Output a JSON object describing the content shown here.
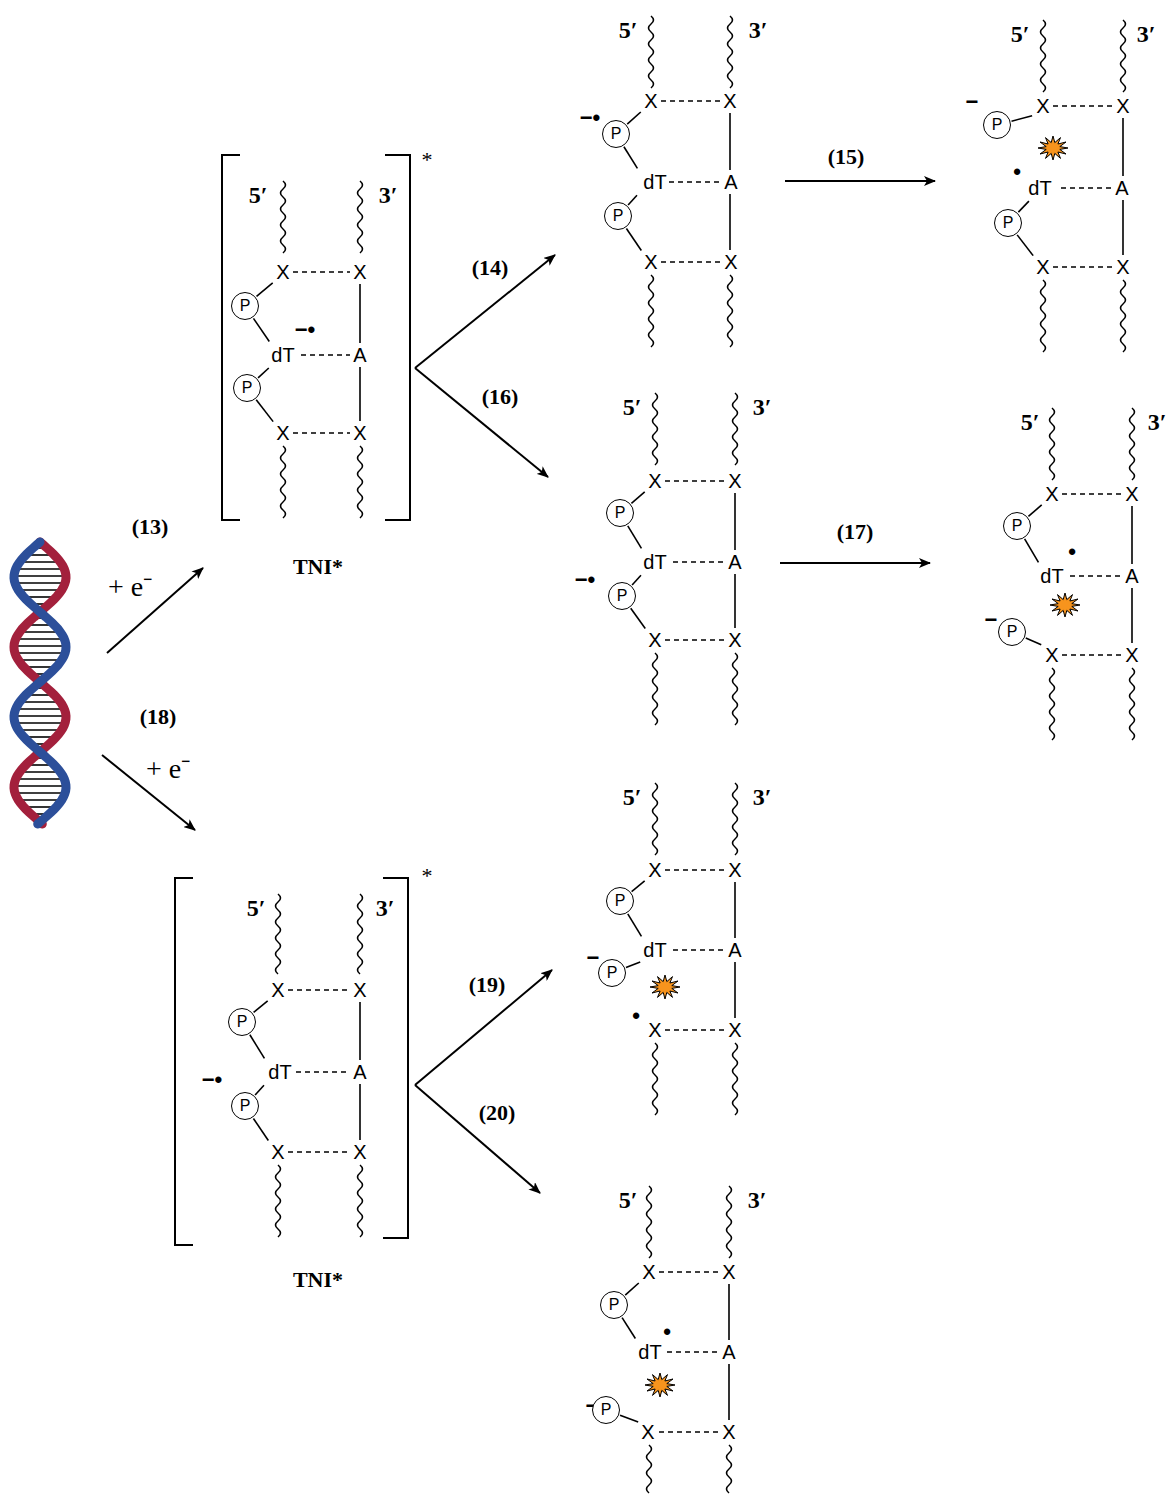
{
  "diagram": {
    "nodes": [
      {
        "text": [
          "P"
        ]
      },
      {
        "text": [
          "P"
        ]
      },
      {
        "text": [
          "P"
        ]
      },
      {
        "text": [
          "P"
        ]
      },
      {
        "text": [
          "P"
        ]
      },
      {
        "text": [
          "P"
        ]
      },
      {
        "text": [
          "P"
        ]
      },
      {
        "text": [
          "P"
        ]
      },
      {
        "text": [
          "P"
        ]
      },
      {
        "text": [
          "P"
        ]
      },
      {
        "text": [
          "P"
        ]
      },
      {
        "text": [
          "P"
        ]
      },
      {
        "text": [
          "P"
        ]
      },
      {
        "text": [
          "P"
        ]
      },
      {
        "text": [
          "P"
        ]
      },
      {
        "text": [
          "P"
        ]
      }
    ],
    "labels": [
      "(13)",
      "+ e⁻",
      "5′",
      "3′",
      "X",
      "X",
      "−•",
      "dT",
      "A",
      "X",
      "X",
      "TNI*",
      "*",
      "(14)",
      "5′",
      "3′",
      "−•",
      "X",
      "X",
      "dT",
      "A",
      "X",
      "X",
      "(15)",
      "5′",
      "3′",
      "−",
      "X",
      "X",
      "•",
      "dT",
      "A",
      "X",
      "X",
      "(16)",
      "5′",
      "3′",
      "X",
      "X",
      "dT",
      "A",
      "−•",
      "X",
      "X",
      "(17)",
      "5′",
      "3′",
      "X",
      "X",
      "•",
      "dT",
      "A",
      "−",
      "X",
      "X",
      "(18)",
      "+ e⁻",
      "5′",
      "3′",
      "X",
      "X",
      "dT",
      "A",
      "−•",
      "X",
      "X",
      "TNI*",
      "*",
      "(19)",
      "5′",
      "3′",
      "X",
      "X",
      "dT",
      "A",
      "−",
      "•",
      "X",
      "X",
      "(20)",
      "5′",
      "3′",
      "X",
      "X",
      "•",
      "dT",
      "A",
      "−",
      "X",
      "X"
    ]
  }
}
